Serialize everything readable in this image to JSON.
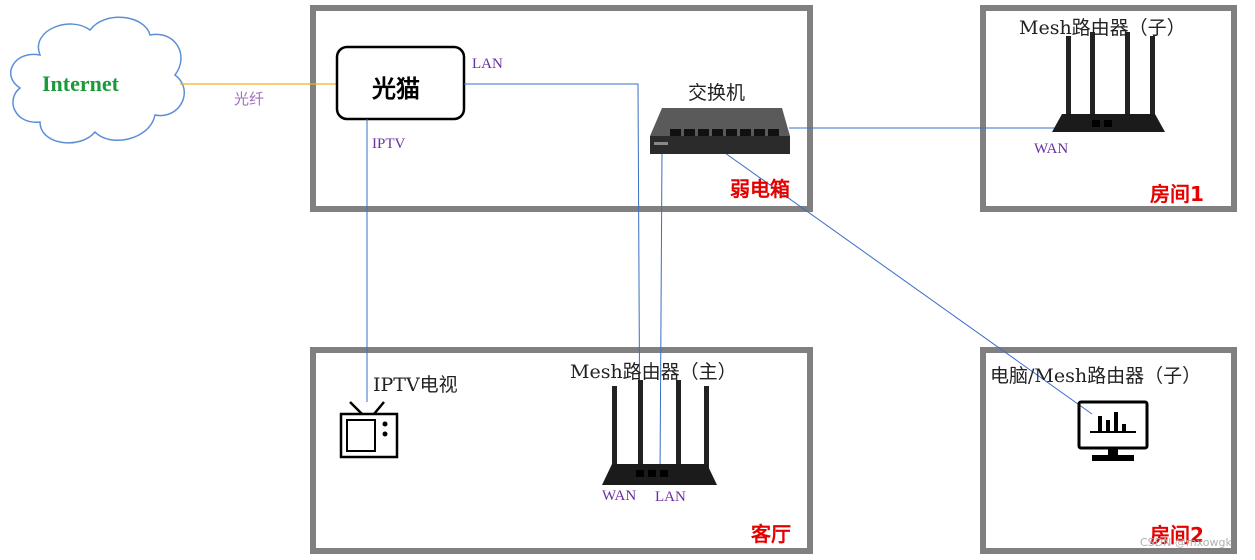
{
  "internet": {
    "label": "Internet"
  },
  "fiber": {
    "label": "光纤"
  },
  "modem": {
    "label": "光猫",
    "lan_label": "LAN",
    "iptv_label": "IPTV"
  },
  "switch": {
    "label": "交换机"
  },
  "cabinet": {
    "label": "弱电箱"
  },
  "room1": {
    "label": "房间1",
    "router_label": "Mesh路由器（子）",
    "wan_label": "WAN"
  },
  "living_room": {
    "label": "客厅",
    "tv_label": "IPTV电视",
    "router_label": "Mesh路由器（主）",
    "wan_label": "WAN",
    "lan_label": "LAN"
  },
  "room2": {
    "label": "房间2",
    "device_label": "电脑/Mesh路由器（子）"
  },
  "watermark": "CSDN @mxowgk",
  "colors": {
    "cable": "#3a6fc4",
    "fiber": "#f0b020",
    "frame": "#808080",
    "room_label": "#e60000",
    "port_label": "#6a2fa3",
    "internet_text": "#1a9a3a"
  }
}
